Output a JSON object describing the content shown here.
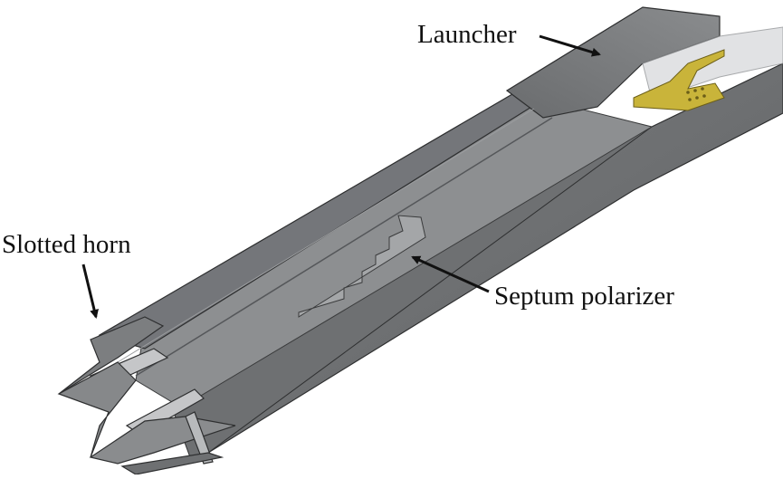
{
  "labels": {
    "launcher": "Launcher",
    "slotted_horn": "Slotted horn",
    "septum_polarizer": "Septum polarizer"
  },
  "colors": {
    "body_dark": "#5b5d5f",
    "body_mid": "#7a7c7e",
    "body_light": "#9a9c9e",
    "inner": "#8c8e90",
    "edge": "#2e2f30",
    "glass": "#d9dadc",
    "pcb": "#c9b43a",
    "arrow": "#111111"
  }
}
